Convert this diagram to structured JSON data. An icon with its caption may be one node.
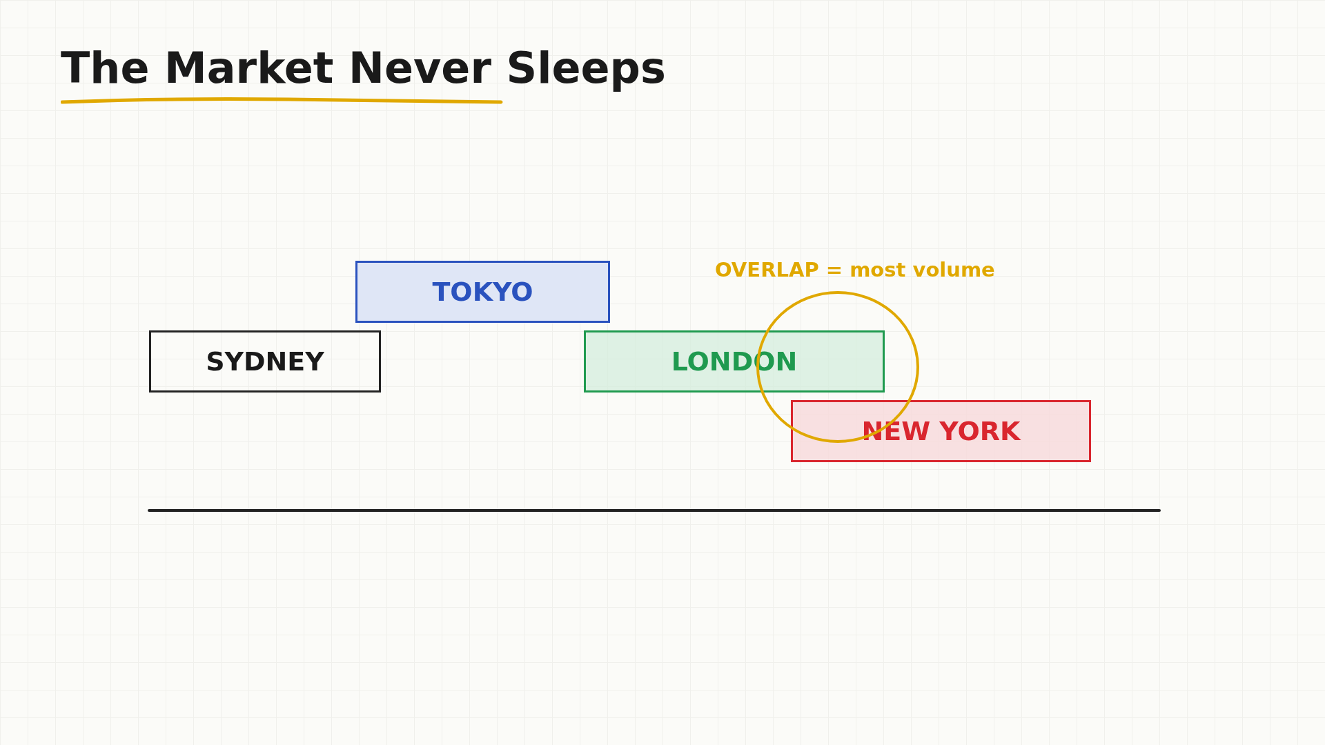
{
  "diagram": {
    "title": "The Market Never Sleeps",
    "nodes": [
      {
        "text": [
          "TOKYO"
        ]
      },
      {
        "text": [
          "SYDNEY"
        ]
      },
      {
        "text": [
          "LONDON"
        ]
      },
      {
        "text": [
          "NEW YORK"
        ]
      },
      {
        "text": [],
        "shape": "circle",
        "beside": [
          "OVERLAP = most volume"
        ]
      }
    ],
    "edges": []
  }
}
